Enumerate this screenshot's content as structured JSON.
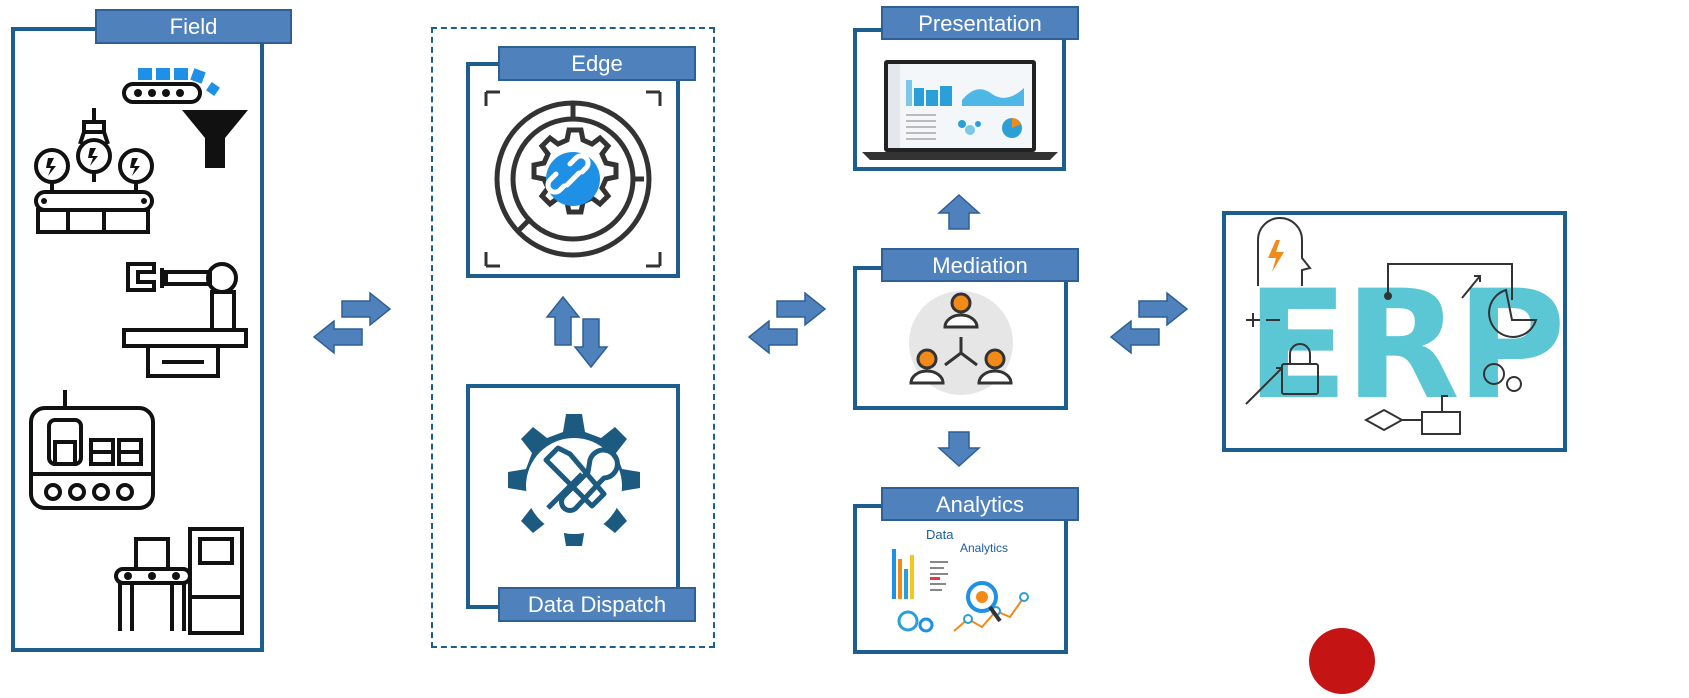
{
  "field": {
    "label": "Field"
  },
  "edge": {
    "label": "Edge"
  },
  "dispatch": {
    "label": "Data Dispatch"
  },
  "presentation": {
    "label": "Presentation"
  },
  "mediation": {
    "label": "Mediation"
  },
  "analytics": {
    "label": "Analytics",
    "image_text_1": "Data",
    "image_text_2": "Analytics"
  },
  "erp": {
    "logo_text": "ERP"
  },
  "colors": {
    "frame": "#1c5e8e",
    "tab": "#4f81bd",
    "arrow": "#4f81bd",
    "erp": "#5cc7d4",
    "accent_orange": "#f28a1a",
    "accent_blue": "#1e90e6"
  },
  "icons": [
    "conveyor-funnel-icon",
    "robot-gripper-press-icon",
    "robotic-arm-icon",
    "control-panel-icon",
    "packaging-machine-icon",
    "edge-gear-maze-icon",
    "wrench-hammer-gear-icon",
    "laptop-dashboard-icon",
    "network-people-icon",
    "data-analytics-icon",
    "erp-logo-icon"
  ]
}
